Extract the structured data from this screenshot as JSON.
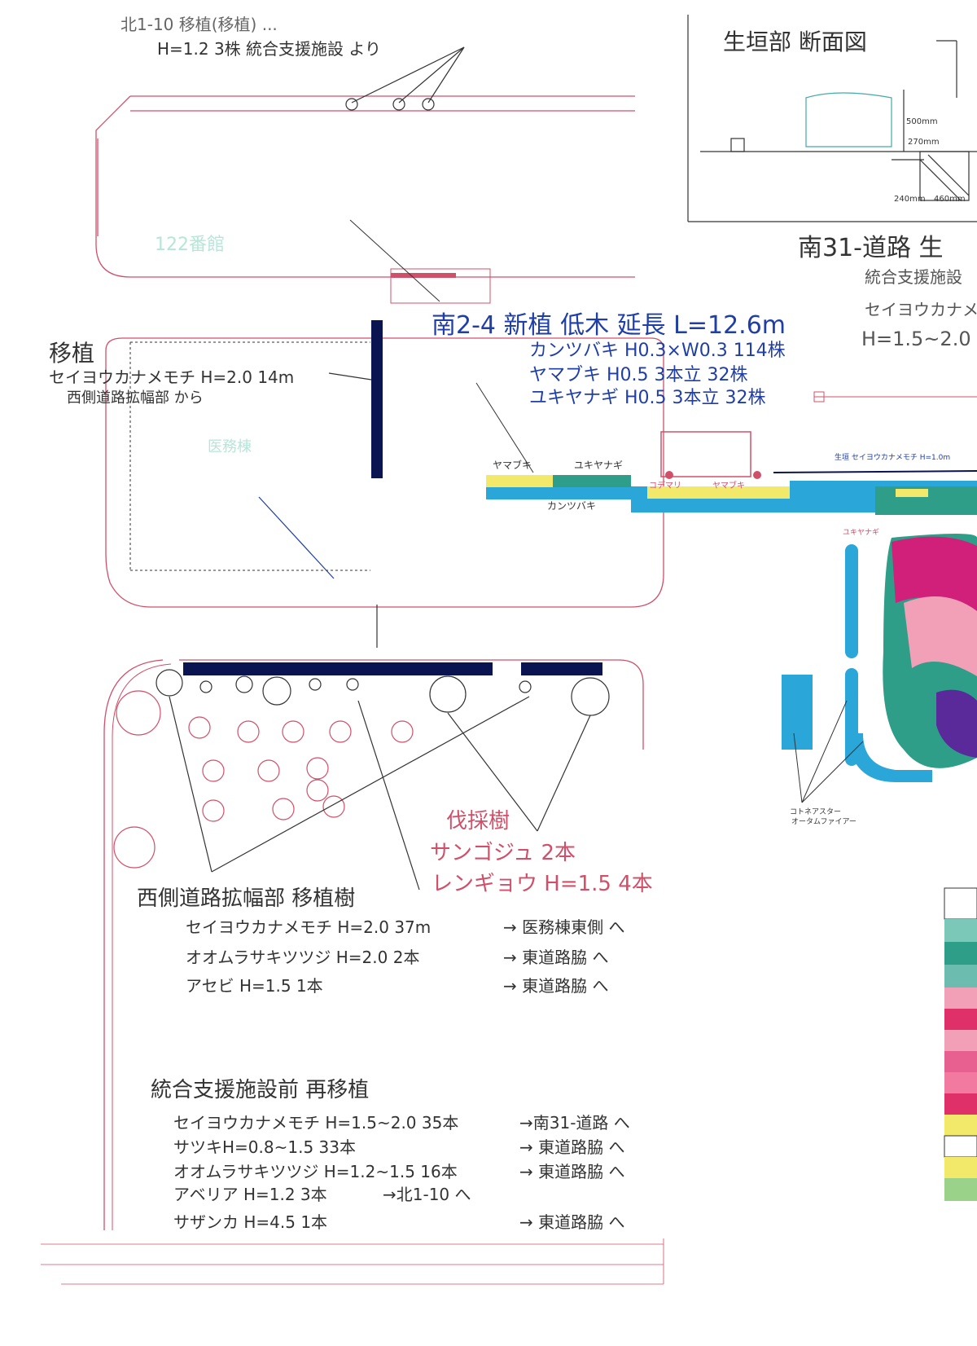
{
  "top_note": {
    "line1": "北1-10 移植(移植) ...",
    "line2": "H=1.2 3株 統合支援施設 より"
  },
  "section_box": {
    "title": "生垣部 断面図",
    "dims": [
      "500mm",
      "270mm",
      "240mm",
      "460mm"
    ]
  },
  "minami31": {
    "title": "南31-道路 生",
    "sub1": "統合支援施設",
    "sub2": "セイヨウカナメ",
    "sub3": "H=1.5~2.0"
  },
  "transplant": {
    "head": "移植",
    "line1": "セイヨウカナメモチ H=2.0 14m",
    "line2": "西側道路拡幅部 から"
  },
  "minami24": {
    "title": "南2-4 新植 低木 延長 L=12.6m",
    "rows": [
      "カンツバキ H0.3×W0.3 114株",
      "ヤマブキ H0.5 3本立 32株",
      "ユキヤナギ H0.5 3本立 32株"
    ]
  },
  "strip_labels": {
    "yamabuki": "ヤマブキ",
    "yukiyanagi": "ユキヤナギ",
    "kantsubaki": "カンツバキ",
    "kodemari": "コデマリ",
    "yamabuki2": "ヤマブキ",
    "hedge": "生垣 セイヨウカナメモチ H=1.0m",
    "yukiyanagi2": "ユキヤナギ",
    "cotoneaster": "コトネアスター",
    "autumn_fire": "オータムファイアー"
  },
  "felled": {
    "head": "伐採樹",
    "line1": "サンゴジュ 2本",
    "line2": "レンギョウ H=1.5 4本"
  },
  "west": {
    "head": "西側道路拡幅部 移植樹",
    "rows": [
      {
        "name": "セイヨウカナメモチ H=2.0 37m",
        "dest": "→ 医務棟東側 へ"
      },
      {
        "name": "オオムラサキツツジ H=2.0 2本",
        "dest": "→ 東道路脇 へ"
      },
      {
        "name": "アセビ H=1.5 1本",
        "dest": "→ 東道路脇 へ"
      }
    ]
  },
  "retransplant": {
    "head": "統合支援施設前 再移植",
    "rows": [
      {
        "name": "セイヨウカナメモチ H=1.5~2.0 35本",
        "dest": "→南31-道路 へ"
      },
      {
        "name": "サツキH=0.8~1.5 33本",
        "dest": "→ 東道路脇 へ"
      },
      {
        "name": "オオムラサキツツジ H=1.2~1.5 16本",
        "dest": "→ 東道路脇 へ"
      },
      {
        "name": "アベリア H=1.2 3本",
        "dest": "→北1-10 へ"
      },
      {
        "name": "サザンカ H=4.5 1本",
        "dest": "→ 東道路脇 へ"
      }
    ]
  },
  "faint": {
    "label1": "122番館",
    "label2": "医務棟"
  },
  "colors": {
    "red_line": "#d0506a",
    "blue_text": "#1f3ea6",
    "navy_bar": "#0a1450",
    "cyan": "#2aa6d8",
    "teal": "#2e9e88",
    "yellow": "#f2e86a",
    "magenta": "#d0207a",
    "pink": "#f2a0b8",
    "purple": "#5a2a9a"
  }
}
